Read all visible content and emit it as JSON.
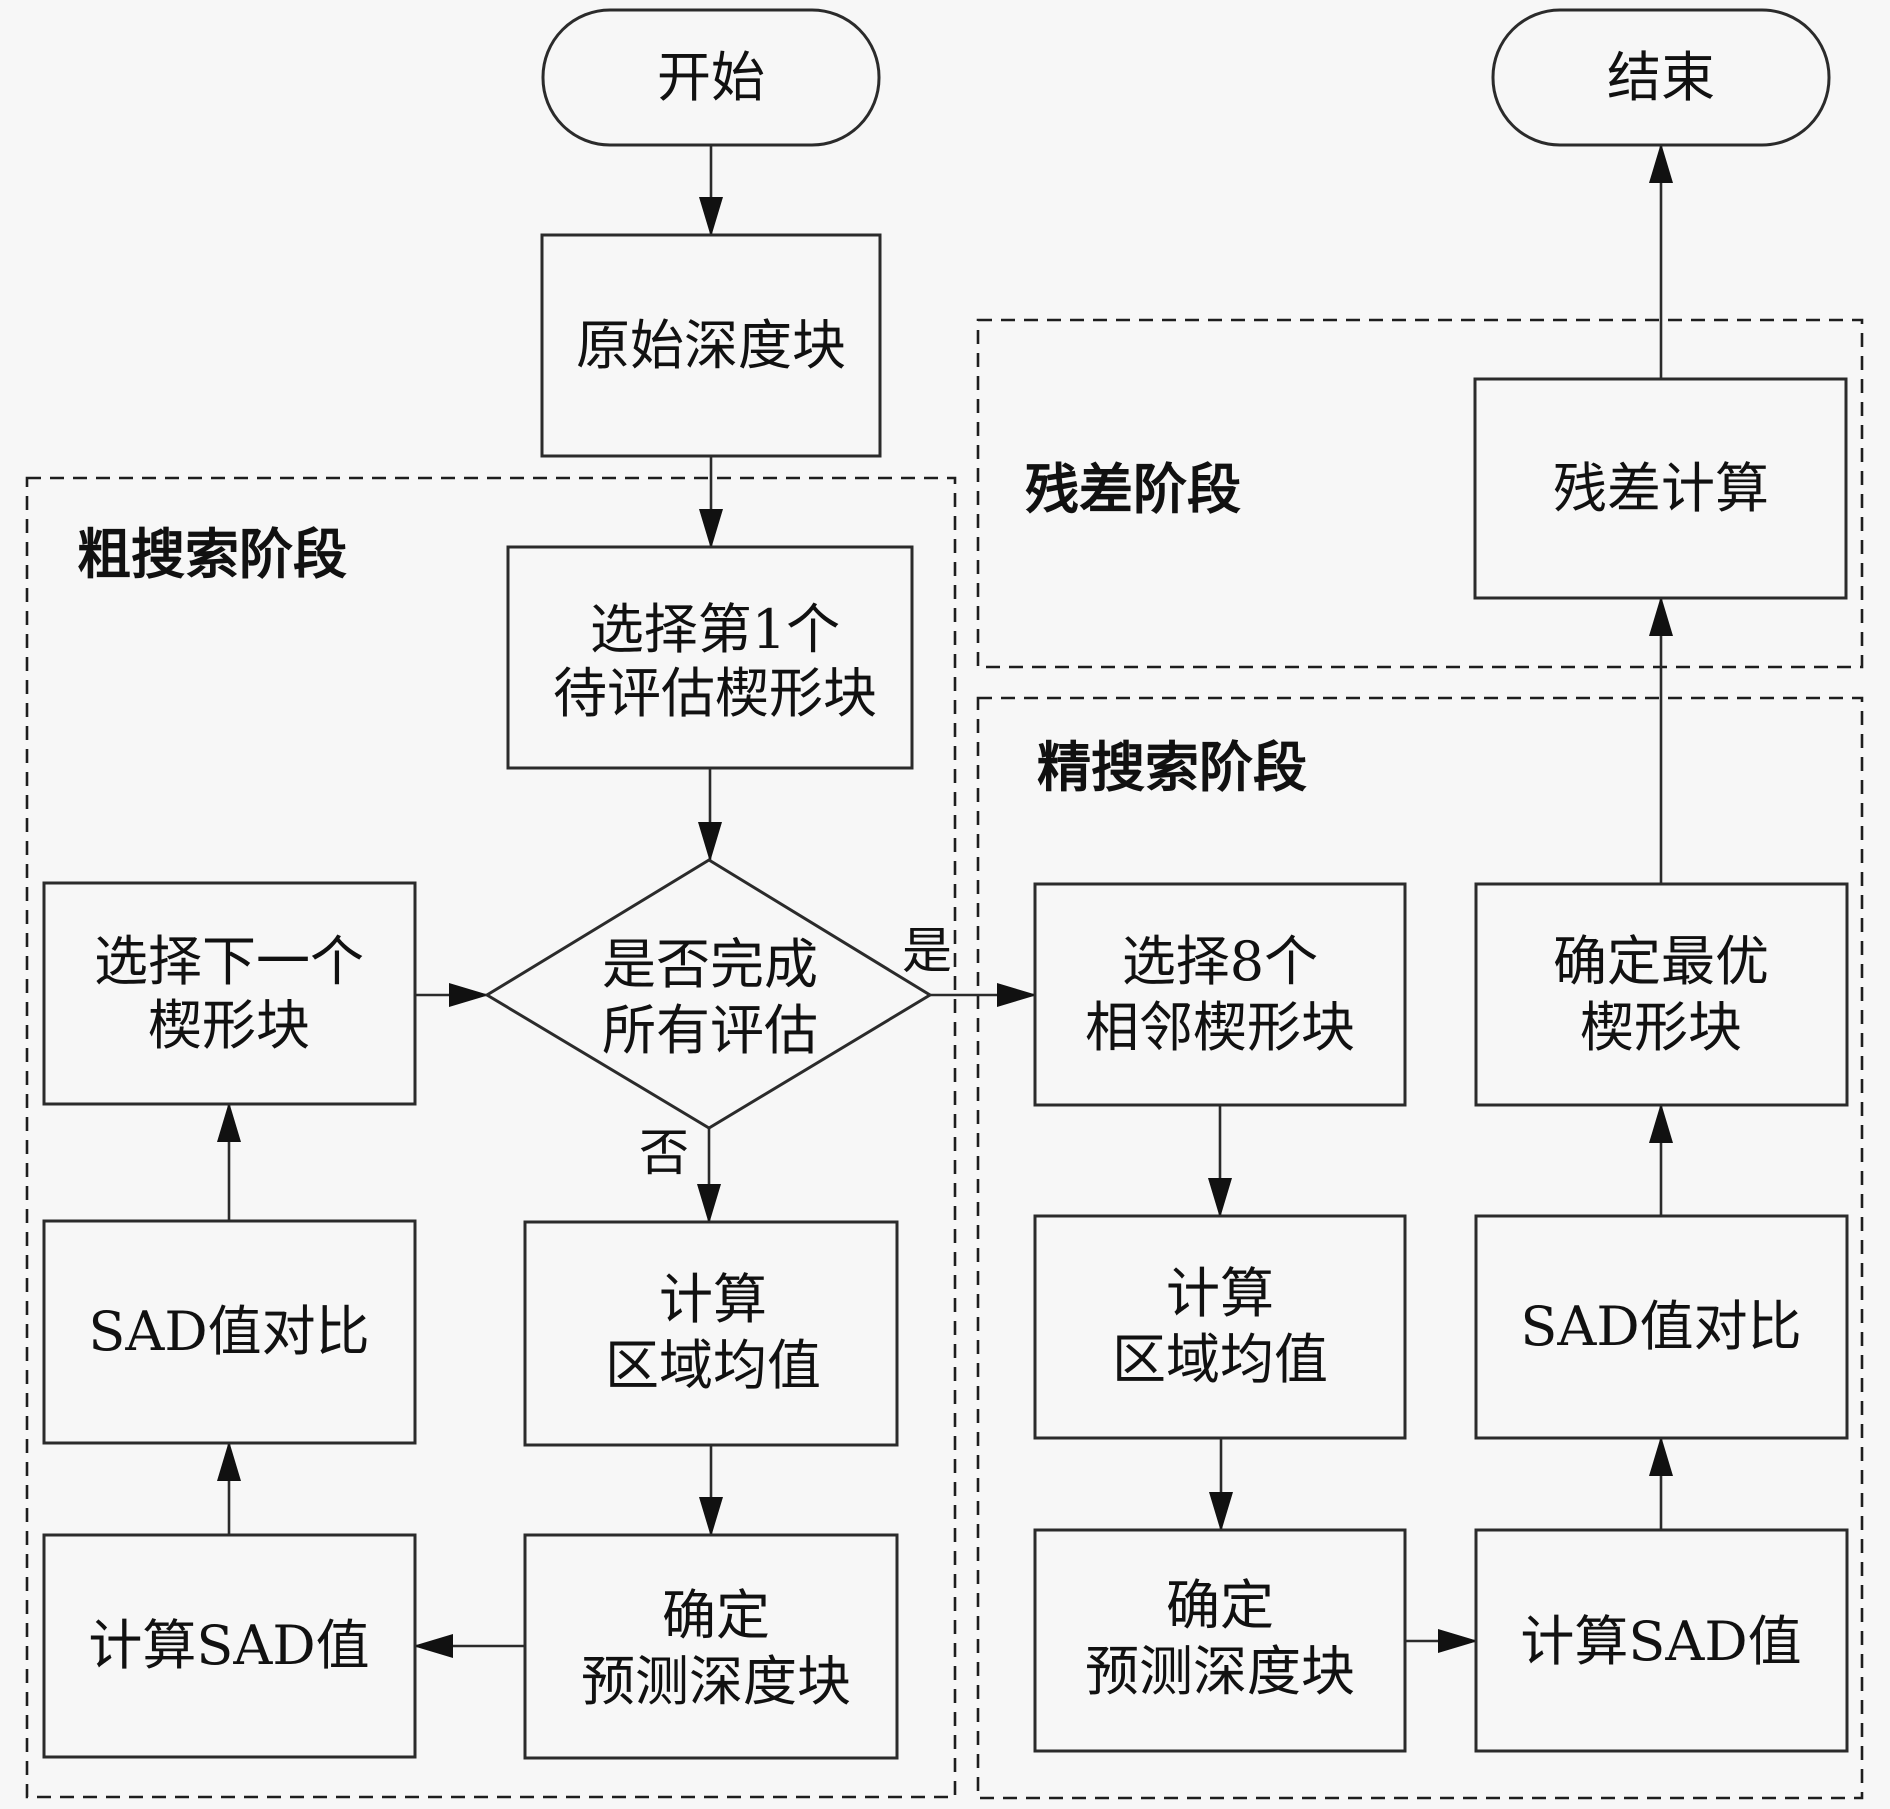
{
  "stages": {
    "coarse_title": "粗搜索阶段",
    "fine_title": "精搜索阶段",
    "residual_title": "残差阶段"
  },
  "nodes": {
    "start": "开始",
    "end": "结束",
    "original_block": "原始深度块",
    "select_first": [
      "选择第1个",
      "待评估楔形块"
    ],
    "decision": [
      "是否完成",
      "所有评估"
    ],
    "select_next": [
      "选择下一个",
      "楔形块"
    ],
    "coarse_calc_mean": [
      "计算",
      "区域均值"
    ],
    "coarse_determine_pred": [
      "确定",
      "预测深度块"
    ],
    "coarse_calc_sad": "计算SAD值",
    "coarse_sad_compare": "SAD值对比",
    "select_eight": [
      "选择8个",
      "相邻楔形块"
    ],
    "fine_calc_mean": [
      "计算",
      "区域均值"
    ],
    "fine_determine_pred": [
      "确定",
      "预测深度块"
    ],
    "fine_calc_sad": "计算SAD值",
    "fine_sad_compare": "SAD值对比",
    "determine_optimal": [
      "确定最优",
      "楔形块"
    ],
    "residual_calc": "残差计算"
  },
  "edge_labels": {
    "yes": "是",
    "no": "否"
  }
}
